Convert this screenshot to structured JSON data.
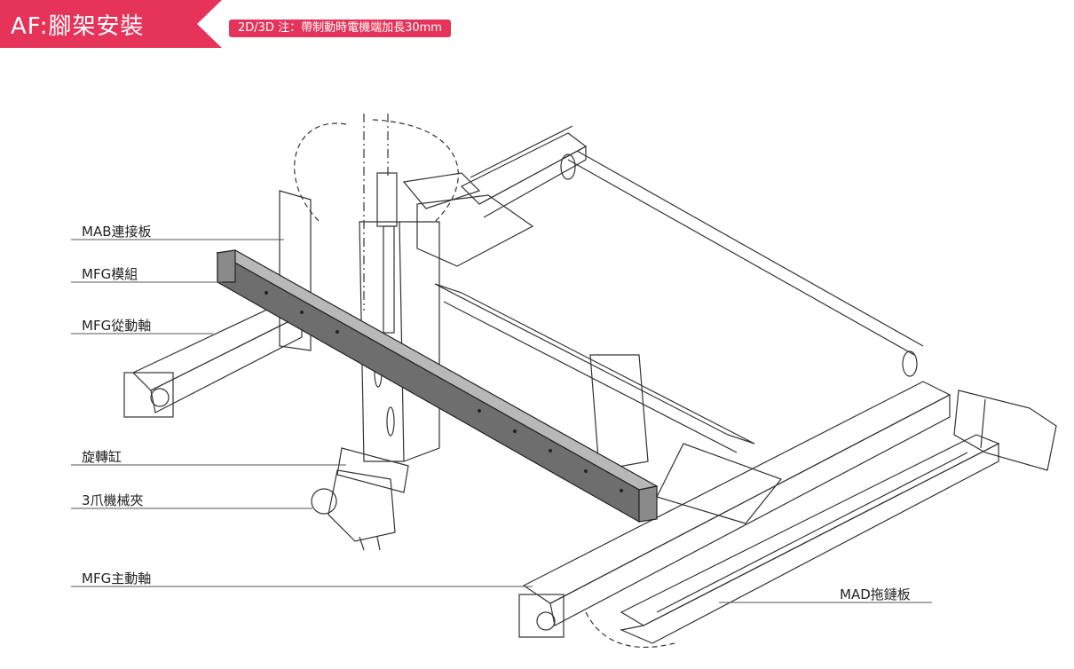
{
  "header": {
    "title": "AF:腳架安裝",
    "note": "2D/3D 注：帶制動時電機端加長30mm",
    "accent_color": "#e5335a"
  },
  "callouts": [
    {
      "id": "mab-plate",
      "label": "MAB連接板"
    },
    {
      "id": "mfg-module",
      "label": "MFG模組"
    },
    {
      "id": "mfg-driven-axis",
      "label": "MFG從動軸"
    },
    {
      "id": "rotary-cylinder",
      "label": "旋轉缸"
    },
    {
      "id": "gripper",
      "label": "3爪機械夾"
    },
    {
      "id": "mfg-drive-axis",
      "label": "MFG主動軸"
    },
    {
      "id": "drag-chain-plate",
      "label": "MAD拖鏈板"
    }
  ]
}
